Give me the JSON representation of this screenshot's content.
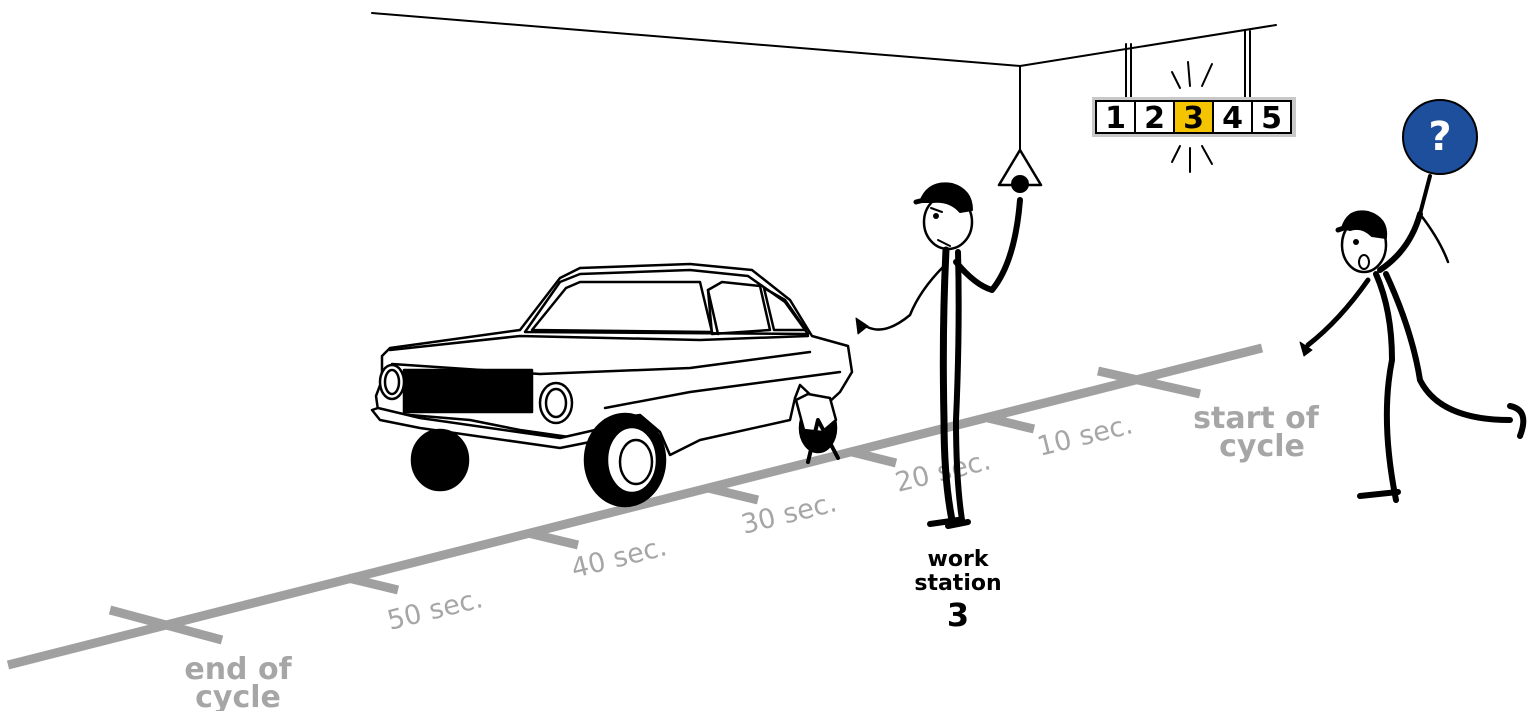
{
  "labels": {
    "end_of_cycle_line1": "end of",
    "end_of_cycle_line2": "cycle",
    "start_of_cycle_line1": "start of",
    "start_of_cycle_line2": "cycle",
    "work_station_line1": "work",
    "work_station_line2": "station",
    "work_station_number": "3"
  },
  "time_marks": [
    "50 sec.",
    "40 sec.",
    "30 sec.",
    "20 sec.",
    "10 sec."
  ],
  "andon_board": {
    "cells": [
      "1",
      "2",
      "3",
      "4",
      "5"
    ],
    "active_index": 2
  },
  "question_sign": "?",
  "colors": {
    "line_grey": "#a0a0a0",
    "andon_highlight": "#f5c400",
    "sign_blue": "#1d4f9c"
  }
}
